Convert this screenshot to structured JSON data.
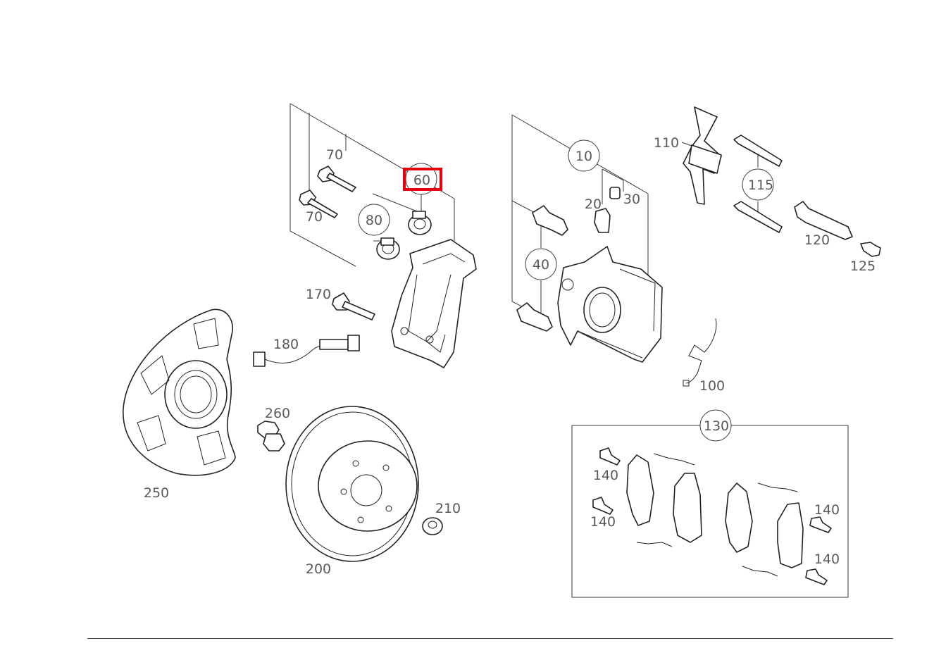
{
  "highlight_label": "60",
  "labels": {
    "p10": "10",
    "p20": "20",
    "p30": "30",
    "p40": "40",
    "p60": "60",
    "p70a": "70",
    "p70b": "70",
    "p80": "80",
    "p100": "100",
    "p110": "110",
    "p115": "115",
    "p120": "120",
    "p125": "125",
    "p130": "130",
    "p140a": "140",
    "p140b": "140",
    "p140c": "140",
    "p140d": "140",
    "p170": "170",
    "p180": "180",
    "p200": "200",
    "p210": "210",
    "p250": "250",
    "p260": "260"
  },
  "colors": {
    "highlight": "#e8000b",
    "line": "#222222",
    "label": "#5a5a5a"
  }
}
